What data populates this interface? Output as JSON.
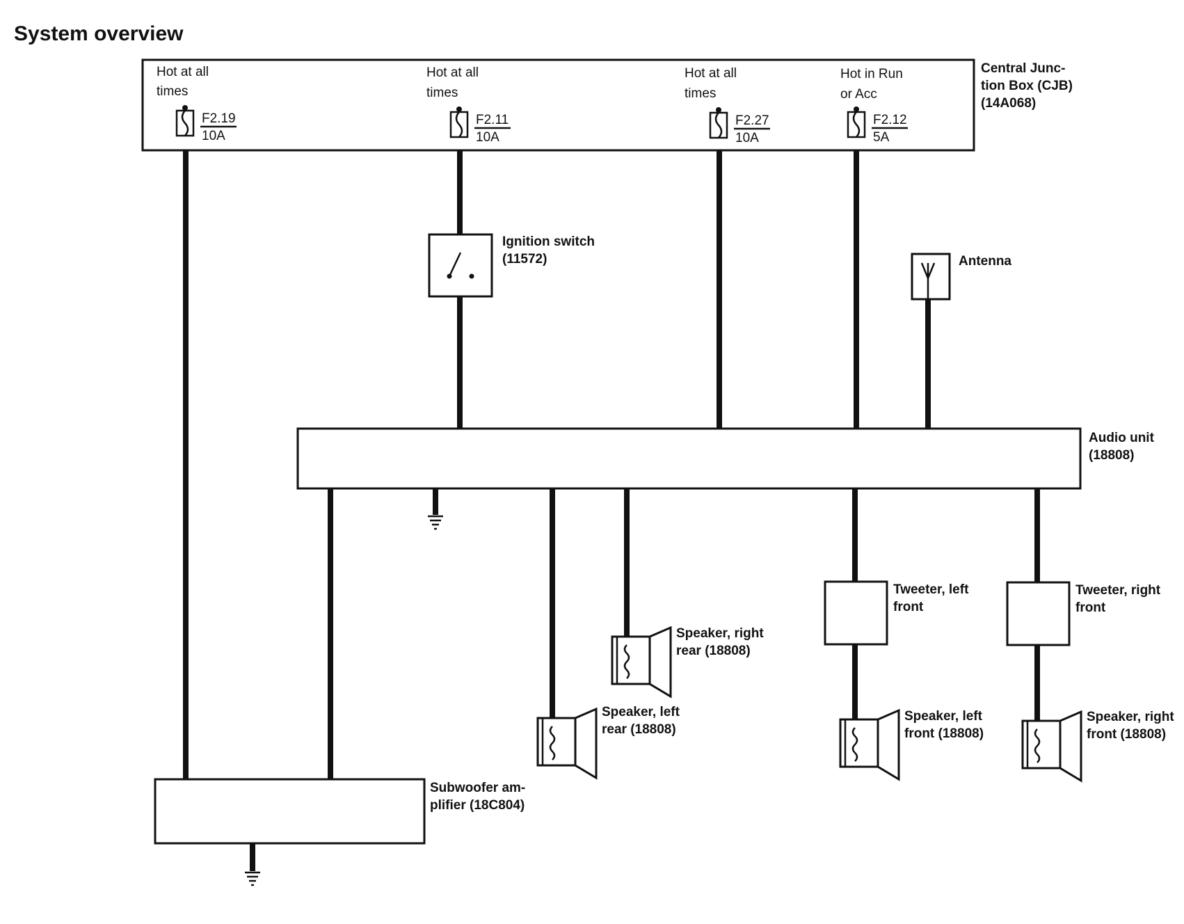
{
  "title": "System overview",
  "cjb": {
    "label": [
      "Central Junc-",
      "tion Box (CJB)",
      "(14A068)"
    ],
    "fuses": [
      {
        "feed": [
          "Hot at all",
          "times"
        ],
        "id": "F2.19",
        "rating": "10A"
      },
      {
        "feed": [
          "Hot at all",
          "times"
        ],
        "id": "F2.11",
        "rating": "10A"
      },
      {
        "feed": [
          "Hot at all",
          "times"
        ],
        "id": "F2.27",
        "rating": "10A"
      },
      {
        "feed": [
          "Hot in Run",
          "or Acc"
        ],
        "id": "F2.12",
        "rating": "5A"
      }
    ]
  },
  "components": {
    "ignition_switch": [
      "Ignition switch",
      "(11572)"
    ],
    "antenna": "Antenna",
    "audio_unit": [
      "Audio unit",
      "(18808)"
    ],
    "tweeter_left": [
      "Tweeter, left",
      "front"
    ],
    "tweeter_right": [
      "Tweeter, right",
      "front"
    ],
    "speaker_right_rear": [
      "Speaker, right",
      "rear (18808)"
    ],
    "speaker_left_rear": [
      "Speaker, left",
      "rear (18808)"
    ],
    "speaker_left_front": [
      "Speaker, left",
      "front (18808)"
    ],
    "speaker_right_front": [
      "Speaker, right",
      "front (18808)"
    ],
    "subwoofer_amp": [
      "Subwoofer am-",
      "plifier (18C804)"
    ]
  }
}
